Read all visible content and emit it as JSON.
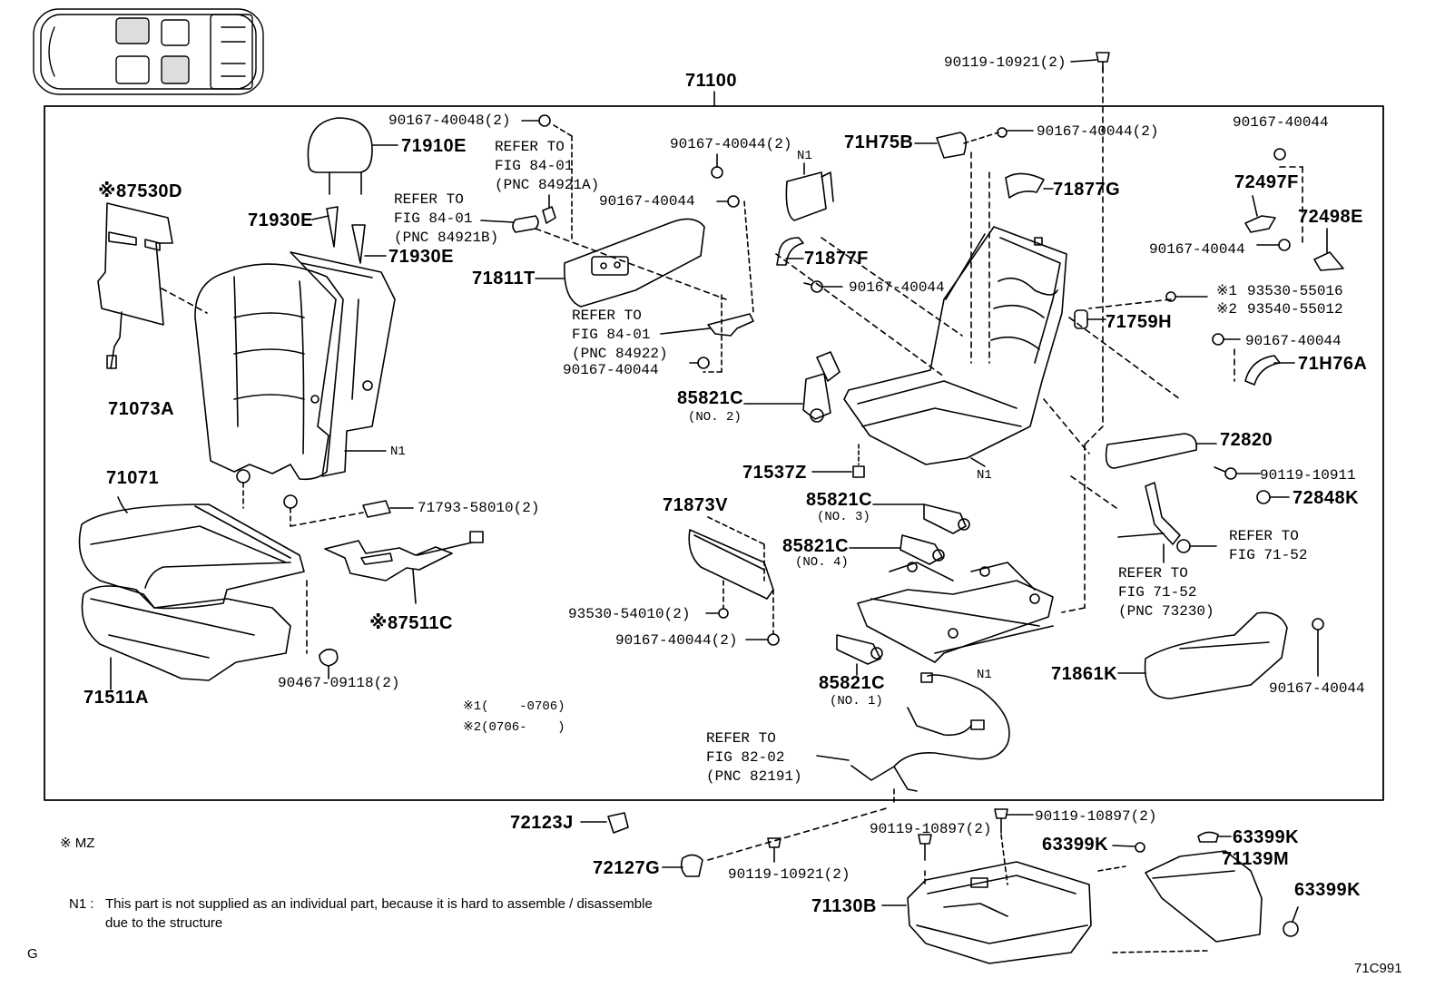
{
  "diagram_code": "71C991",
  "corner_letter": "G",
  "main_assembly": "71100",
  "parts": {
    "p90119_10921_top": "90119-10921(2)",
    "p90167_40048": "90167-40048(2)",
    "p71910E": "71910E",
    "p87530D": "※87530D",
    "p71930E_a": "71930E",
    "p71930E_b": "71930E",
    "p71073A": "71073A",
    "p71071": "71071",
    "p71511A": "71511A",
    "p90467": "90467-09118(2)",
    "p87511C": "※87511C",
    "p71793": "71793-58010(2)",
    "n1_backrest": "N1",
    "p90167_40044_2a": "90167-40044(2)",
    "p90167_40044_a": "90167-40044",
    "p71811T": "71811T",
    "p90167_40044_b": "90167-40044",
    "p85821C_2": "85821C",
    "no2": "(NO. 2)",
    "n1_motor": "N1",
    "p71877F": "71877F",
    "p90167_40044_c": "90167-40044",
    "p71H75B": "71H75B",
    "p90167_40044_2b": "90167-40044(2)",
    "p71877G": "71877G",
    "p90167_40044_d": "90167-40044",
    "p72497F": "72497F",
    "p72498E": "72498E",
    "p90167_40044_e": "90167-40044",
    "mark1": "※1",
    "p93530_55016": "93530-55016",
    "mark2": "※2",
    "p93540_55012": "93540-55012",
    "p71759H": "71759H",
    "p90167_40044_f": "90167-40044",
    "p71H76A": "71H76A",
    "p71537Z": "71537Z",
    "n1_frame": "N1",
    "p72820": "72820",
    "p90119_10911": "90119-10911",
    "p72848K": "72848K",
    "p71873V": "71873V",
    "p85821C_3": "85821C",
    "no3": "(NO. 3)",
    "p85821C_4": "85821C",
    "no4": "(NO. 4)",
    "p93530_54010": "93530-54010(2)",
    "p90167_40044_2c": "90167-40044(2)",
    "p85821C_1": "85821C",
    "no1": "(NO. 1)",
    "n1_track": "N1",
    "p71861K": "71861K",
    "p90167_40044_g": "90167-40044",
    "p72123J": "72123J",
    "p72127G": "72127G",
    "p90119_10921_b": "90119-10921(2)",
    "p90119_10897_a": "90119-10897(2)",
    "p90119_10897_b": "90119-10897(2)",
    "p63399K_a": "63399K",
    "p63399K_b": "63399K",
    "p71139M": "71139M",
    "p63399K_c": "63399K",
    "p71130B": "71130B"
  },
  "references": {
    "ref_84921A": [
      "REFER TO",
      "FIG 84-01",
      "(PNC 84921A)"
    ],
    "ref_84921B": [
      "REFER TO",
      "FIG 84-01",
      "(PNC 84921B)"
    ],
    "ref_84922": [
      "REFER TO",
      "FIG 84-01",
      "(PNC 84922)"
    ],
    "ref_7152": [
      "REFER TO",
      "FIG 71-52"
    ],
    "ref_73230": [
      "REFER TO",
      "FIG 71-52",
      "(PNC 73230)"
    ],
    "ref_82191": [
      "REFER TO",
      "FIG 82-02",
      "(PNC 82191)"
    ]
  },
  "period_notes": {
    "n1": "※1(    -0706)",
    "n2": "※2(0706-    )"
  },
  "legend": {
    "mz": "※ MZ",
    "n1_key": "N1 :",
    "n1_line1": "This part is not supplied as an individual part, because it is hard to assemble / disassemble",
    "n1_line2": "due to the structure"
  }
}
